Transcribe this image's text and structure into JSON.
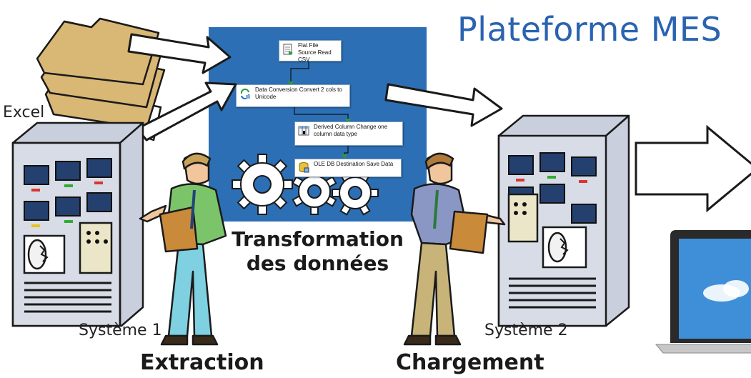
{
  "title": "Plateforme MES",
  "labels": {
    "excel": "Excel",
    "system1": "Système 1",
    "system2": "Système 2",
    "extraction": "Extraction",
    "chargement": "Chargement",
    "transformation_line1": "Transformation",
    "transformation_line2": "des données"
  },
  "ssis_flow": {
    "steps": [
      {
        "text": "Flat File Source Read CSV",
        "icon": "flat-file-icon"
      },
      {
        "text": "Data Conversion Convert 2 cols to Unicode",
        "icon": "data-conversion-icon"
      },
      {
        "text": "Derived Column Change one column data type",
        "icon": "derived-column-icon"
      },
      {
        "text": "OLE DB Destination Save Data",
        "icon": "ole-db-icon"
      }
    ],
    "background": "#2d6fb4"
  },
  "colors": {
    "title": "#2a63b0",
    "cabinet": "#c9cfdc",
    "screen": "#24406e",
    "folder": "#d9b774"
  }
}
